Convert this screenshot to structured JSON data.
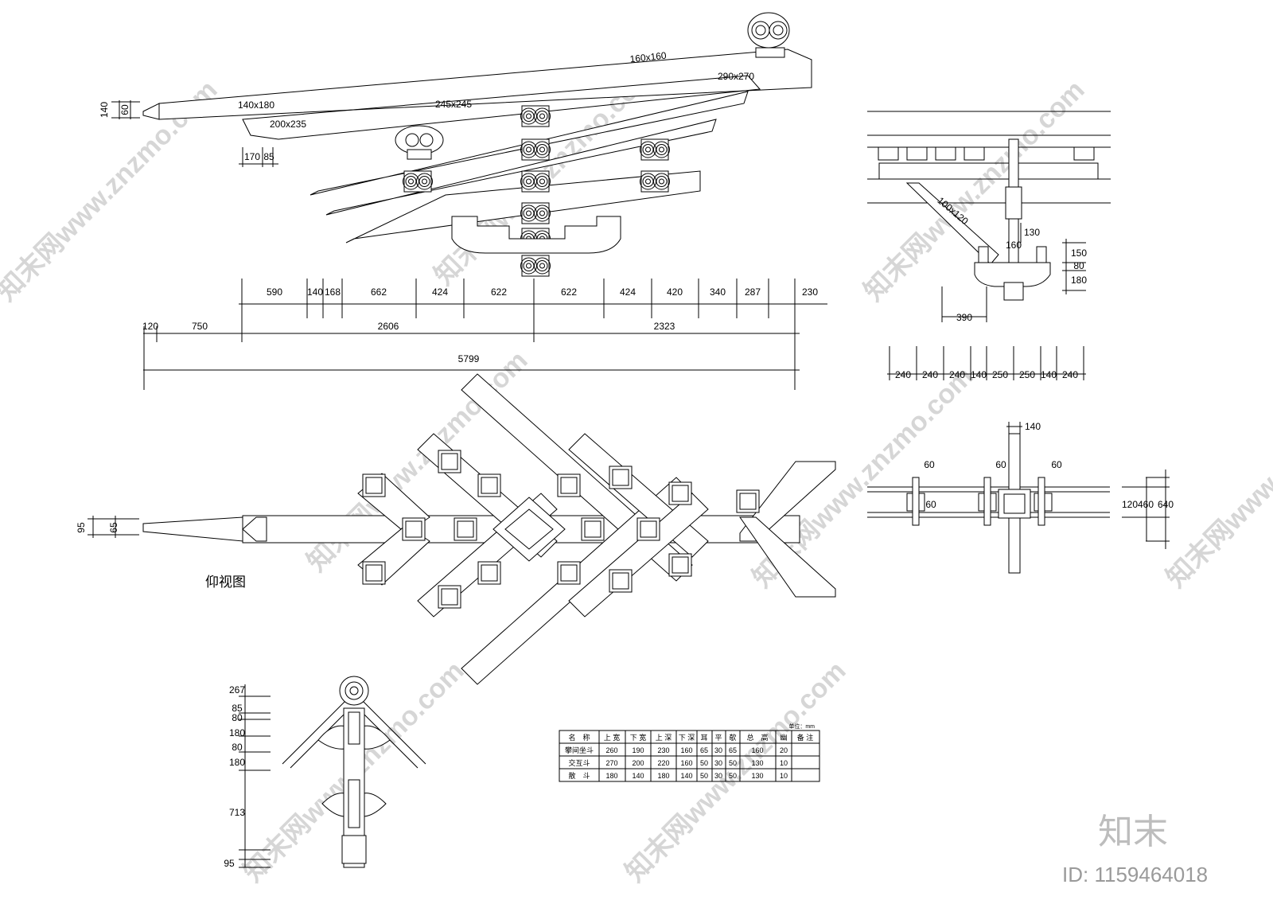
{
  "elevation": {
    "member_sizes": [
      "160x160",
      "290x270",
      "140x180",
      "245x245",
      "200x235"
    ],
    "left_dims": [
      "140",
      "60"
    ],
    "bottom_dims": [
      "170",
      "85"
    ],
    "dim_row1": [
      "590",
      "140",
      "168",
      "662",
      "424",
      "622",
      "622",
      "424",
      "420",
      "340",
      "287",
      "230"
    ],
    "dim_row2": [
      "120",
      "750",
      "2606",
      "2323"
    ],
    "dim_total": "5799"
  },
  "side_view": {
    "member": "100x120",
    "dims": [
      "130",
      "160",
      "150",
      "80",
      "180",
      "390"
    ],
    "bottom_dims": [
      "240",
      "240",
      "240",
      "140",
      "250",
      "250",
      "140",
      "240"
    ]
  },
  "plan_view": {
    "title": "仰视图",
    "left_dims": [
      "95",
      "65"
    ]
  },
  "small_plan": {
    "dims": [
      "140",
      "60",
      "60",
      "60",
      "60",
      "120",
      "460",
      "640"
    ]
  },
  "section": {
    "dims": [
      "267",
      "85",
      "80",
      "180",
      "80",
      "180",
      "713",
      "95"
    ]
  },
  "table": {
    "unit": "单位：mm",
    "headers": [
      "名　称",
      "上 宽",
      "下 宽",
      "上 深",
      "下 深",
      "耳",
      "平",
      "欹",
      "总　高",
      "幽",
      "备 注"
    ],
    "rows": [
      [
        "攀间坐斗",
        "260",
        "190",
        "230",
        "160",
        "65",
        "30",
        "65",
        "160",
        "20",
        ""
      ],
      [
        "交互斗",
        "270",
        "200",
        "220",
        "160",
        "50",
        "30",
        "50",
        "130",
        "10",
        ""
      ],
      [
        "散　斗",
        "180",
        "140",
        "180",
        "140",
        "50",
        "30",
        "50",
        "130",
        "10",
        ""
      ]
    ]
  },
  "watermark": {
    "text": "知末网www.znzmo.com",
    "brand": "知末",
    "id": "ID: 1159464018"
  }
}
